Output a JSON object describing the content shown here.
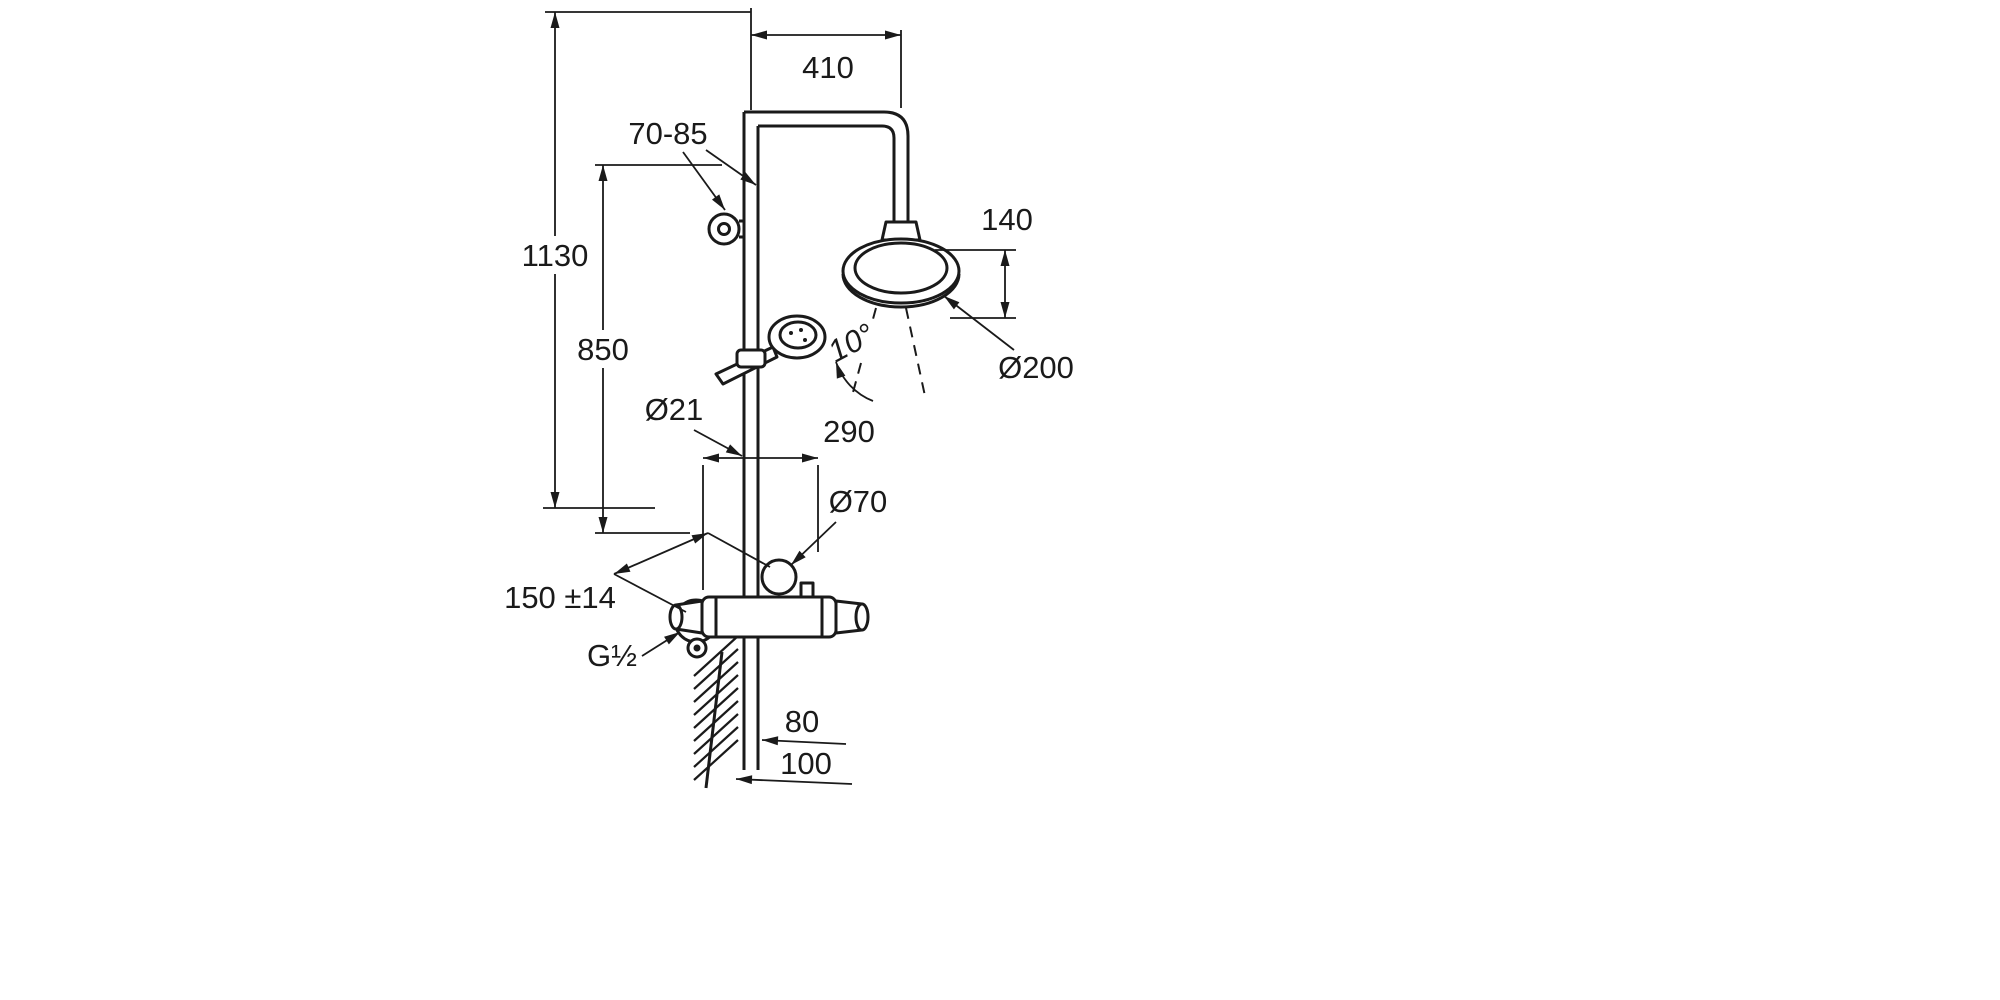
{
  "page": {
    "background": "#ffffff",
    "line_color": "#1a1a1a"
  },
  "diagram": {
    "type": "technical-dimension-drawing",
    "subject": "shower-system-with-thermostatic-mixer-overhead-and-hand-shower",
    "labels": {
      "arm_reach": "410",
      "bracket_range": "70-85",
      "overall_height": "1130",
      "riser_height": "850",
      "head_drop": "140",
      "head_diameter": "Ø200",
      "spray_angle": "10°",
      "riser_diameter": "Ø21",
      "valve_width": "290",
      "escutcheon_diameter": "Ø70",
      "connection_spacing": "150 ±14",
      "thread_size": "G½",
      "depth_80": "80",
      "depth_100": "100"
    }
  }
}
